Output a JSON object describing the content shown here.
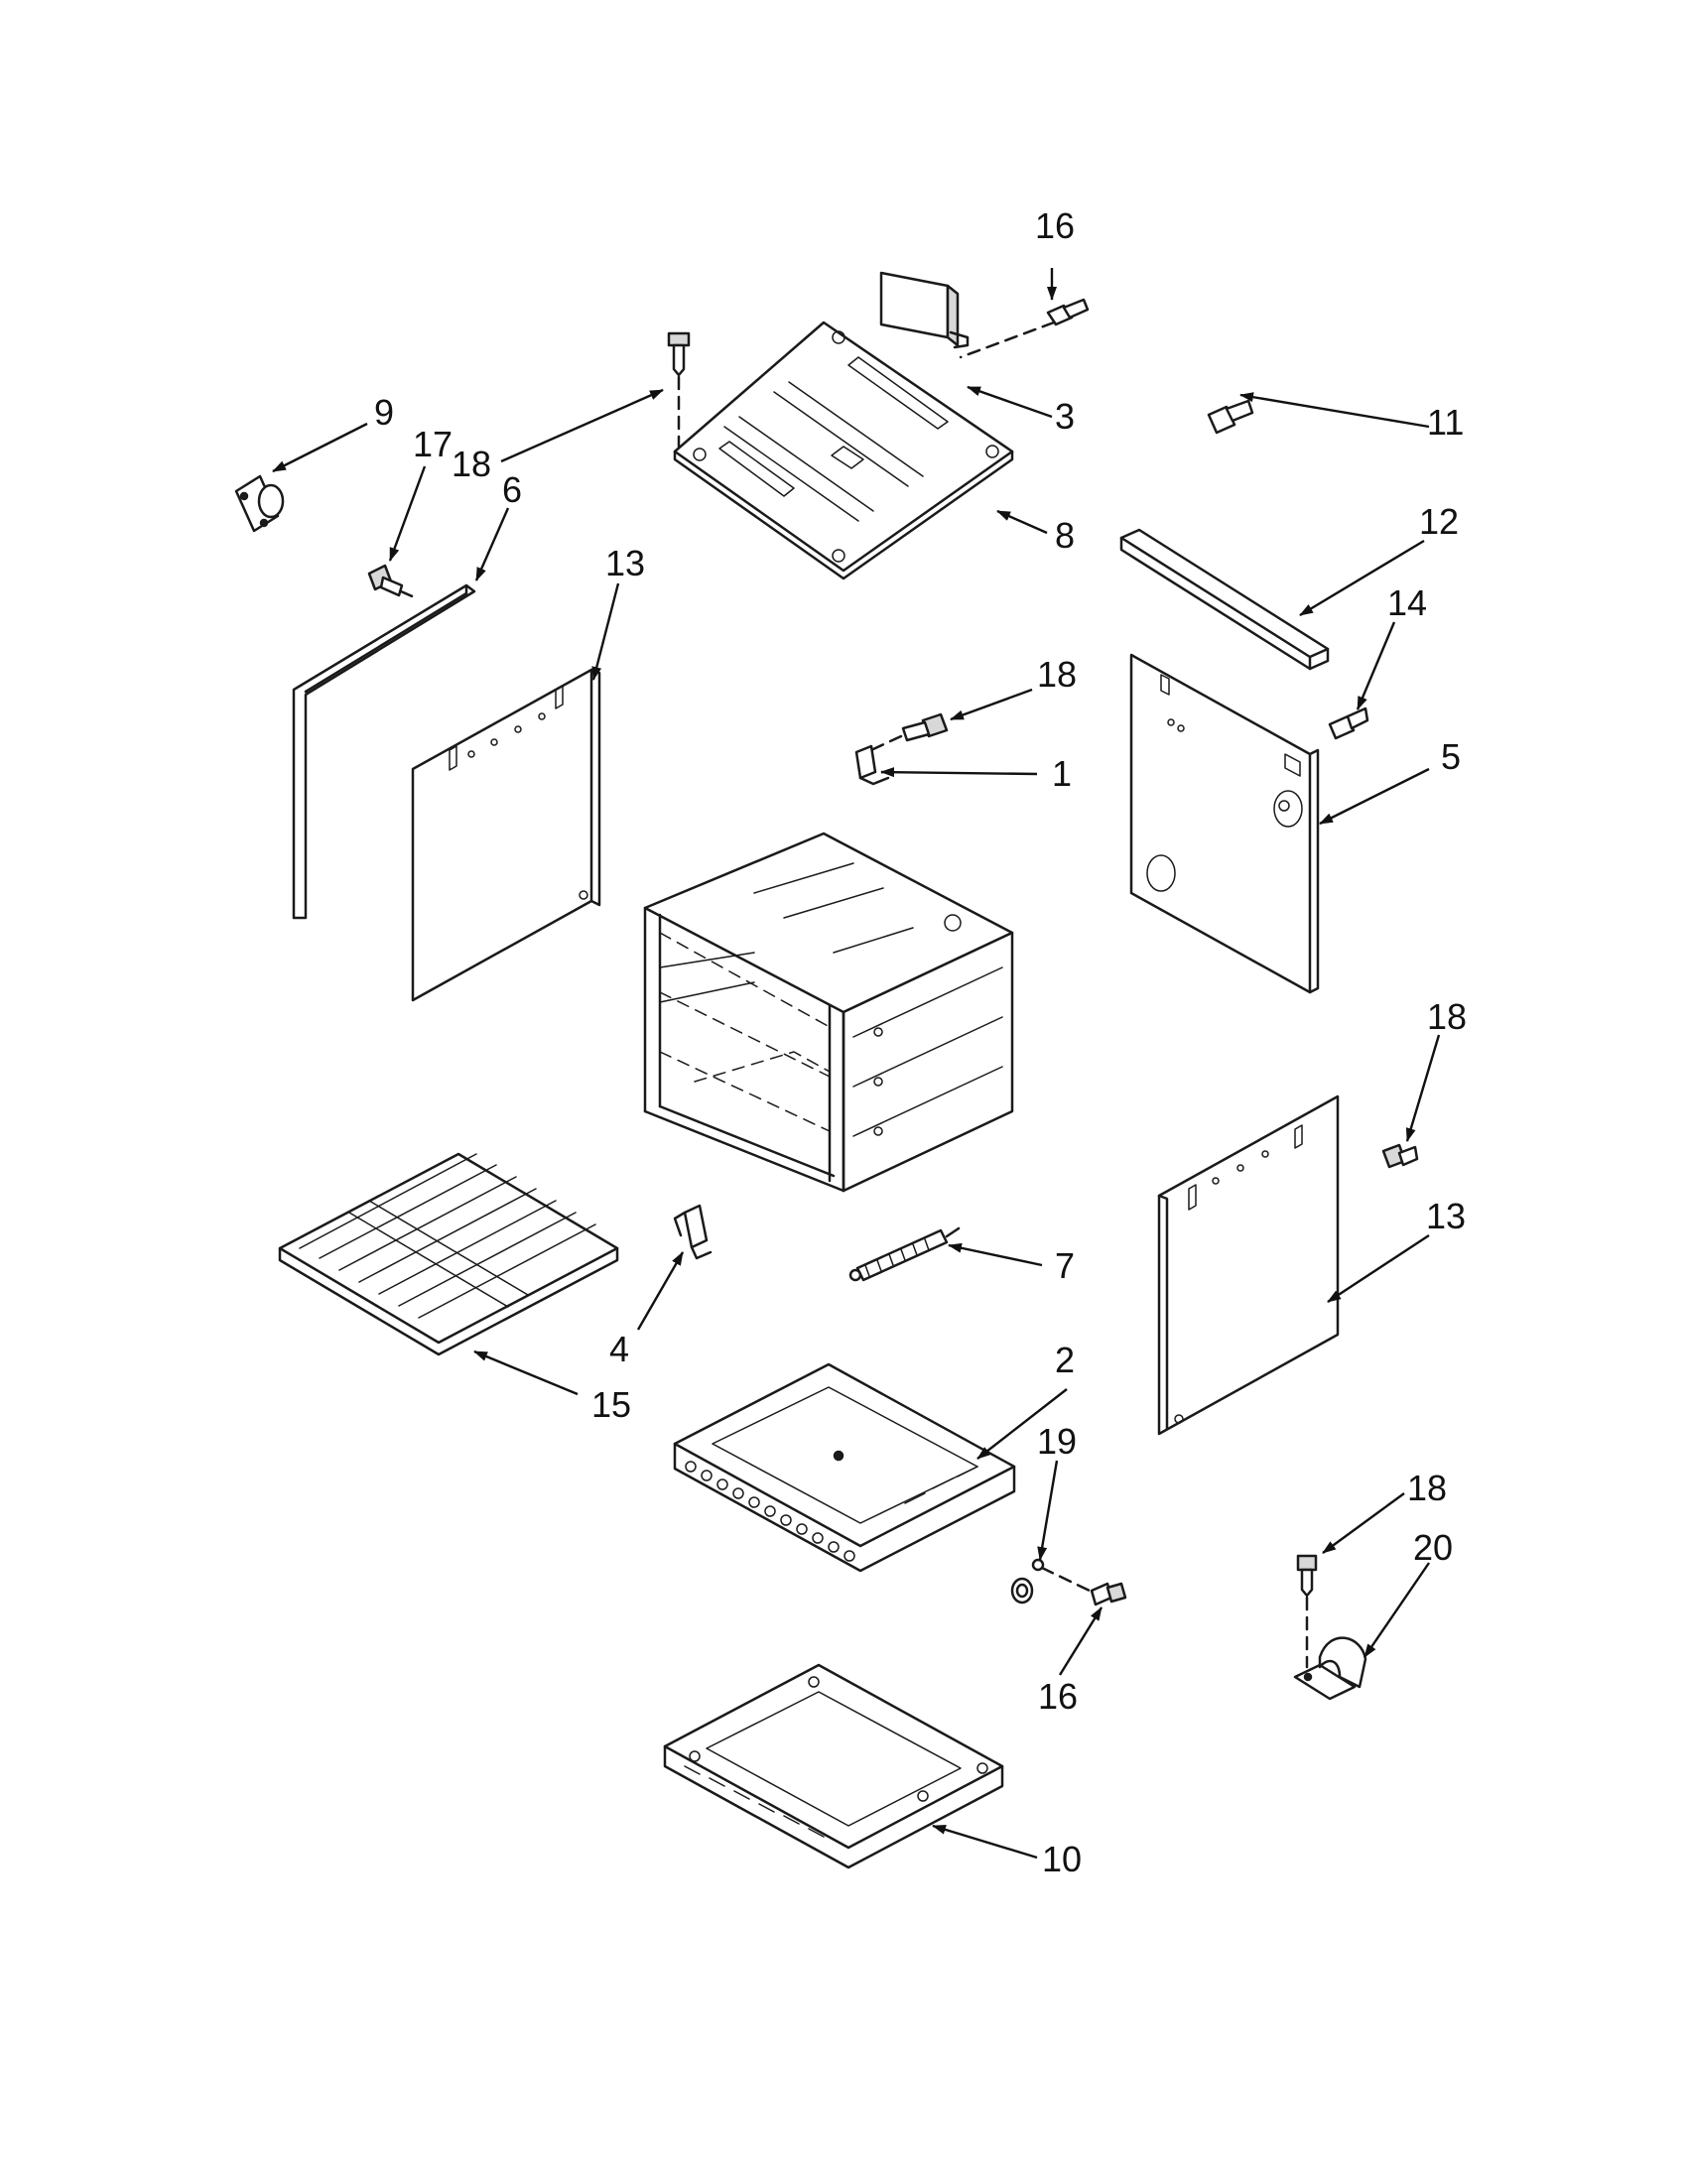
{
  "callouts": {
    "c16_top": "16",
    "c3": "3",
    "c18_top": "18",
    "c9": "9",
    "c17": "17",
    "c6": "6",
    "c8": "8",
    "c11": "11",
    "c12": "12",
    "c13_left": "13",
    "c14": "14",
    "c18_mid": "18",
    "c1": "1",
    "c5": "5",
    "c18_right": "18",
    "c13_right": "13",
    "c7": "7",
    "c4": "4",
    "c15": "15",
    "c2": "2",
    "c19": "19",
    "c18_bottom": "18",
    "c20": "20",
    "c16_bottom": "16",
    "c10": "10"
  }
}
